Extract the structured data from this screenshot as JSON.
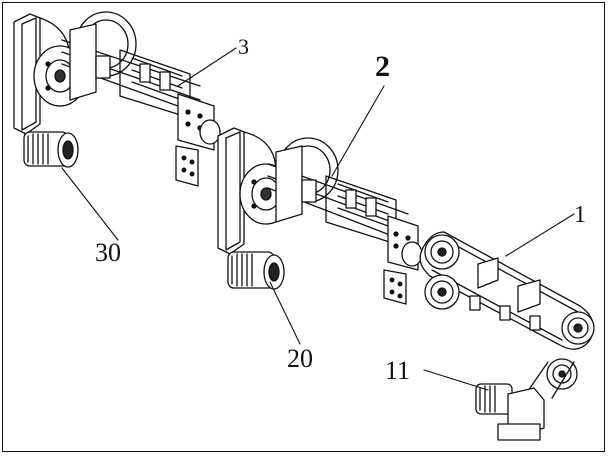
{
  "figure": {
    "callouts": {
      "c1": "1",
      "c2": "2",
      "c3": "3",
      "c11": "11",
      "c20": "20",
      "c30": "30"
    },
    "line_color": "#111111",
    "background": "#ffffff"
  }
}
